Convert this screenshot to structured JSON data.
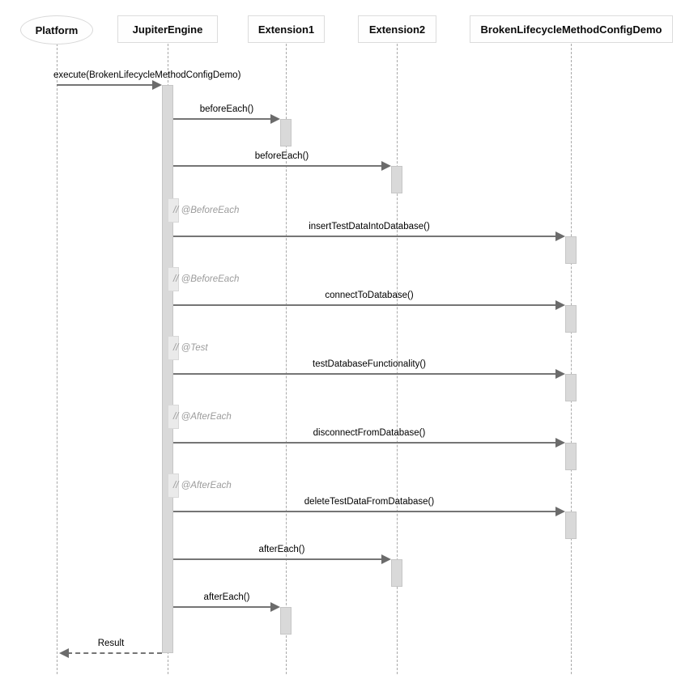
{
  "diagram_type": "uml-sequence-diagram",
  "participants": [
    {
      "label": "Platform",
      "shape": "ellipse"
    },
    {
      "label": "JupiterEngine",
      "shape": "rect"
    },
    {
      "label": "Extension1",
      "shape": "rect"
    },
    {
      "label": "Extension2",
      "shape": "rect"
    },
    {
      "label": "BrokenLifecycleMethodConfigDemo",
      "shape": "rect"
    }
  ],
  "messages": [
    {
      "label": "execute(BrokenLifecycleMethodConfigDemo)",
      "from": "Platform",
      "to": "JupiterEngine",
      "line": "solid"
    },
    {
      "label": "beforeEach()",
      "from": "JupiterEngine",
      "to": "Extension1",
      "line": "solid"
    },
    {
      "label": "beforeEach()",
      "from": "JupiterEngine",
      "to": "Extension2",
      "line": "solid"
    },
    {
      "label": "insertTestDataIntoDatabase()",
      "from": "JupiterEngine",
      "to": "BrokenLifecycleMethodConfigDemo",
      "line": "solid"
    },
    {
      "label": "connectToDatabase()",
      "from": "JupiterEngine",
      "to": "BrokenLifecycleMethodConfigDemo",
      "line": "solid"
    },
    {
      "label": "testDatabaseFunctionality()",
      "from": "JupiterEngine",
      "to": "BrokenLifecycleMethodConfigDemo",
      "line": "solid"
    },
    {
      "label": "disconnectFromDatabase()",
      "from": "JupiterEngine",
      "to": "BrokenLifecycleMethodConfigDemo",
      "line": "solid"
    },
    {
      "label": "deleteTestDataFromDatabase()",
      "from": "JupiterEngine",
      "to": "BrokenLifecycleMethodConfigDemo",
      "line": "solid"
    },
    {
      "label": "afterEach()",
      "from": "JupiterEngine",
      "to": "Extension2",
      "line": "solid"
    },
    {
      "label": "afterEach()",
      "from": "JupiterEngine",
      "to": "Extension1",
      "line": "solid"
    },
    {
      "label": "Result",
      "from": "JupiterEngine",
      "to": "Platform",
      "line": "dashed"
    }
  ],
  "annotations": [
    {
      "text": "// @BeforeEach"
    },
    {
      "text": "// @BeforeEach"
    },
    {
      "text": "// @Test"
    },
    {
      "text": "// @AfterEach"
    },
    {
      "text": "// @AfterEach"
    }
  ],
  "colors": {
    "background": "#ffffff",
    "participant_border": "#dcdcdc",
    "participant_text": "#0a0a0a",
    "lifeline": "#a9a9a9",
    "arrow": "#757575",
    "arrowhead": "#6b6b6b",
    "activation_fill": "#d9d9d9",
    "activation_border": "#c6c6c6",
    "nested_activation_fill": "#eaeaea",
    "annotation_text": "#9b9b9b",
    "message_text": "#000000"
  }
}
